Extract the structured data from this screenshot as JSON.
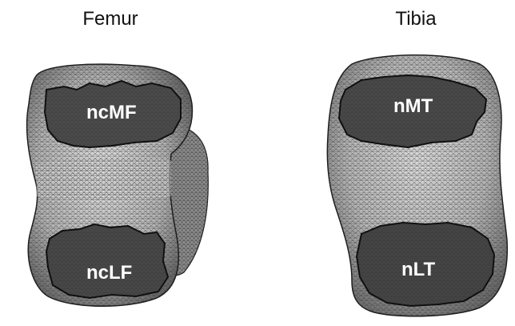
{
  "figure": {
    "panels": [
      {
        "title": "Femur",
        "regions": [
          {
            "label": "ncMF"
          },
          {
            "label": "ncLF"
          }
        ]
      },
      {
        "title": "Tibia",
        "regions": [
          {
            "label": "nMT"
          },
          {
            "label": "nLT"
          }
        ]
      }
    ]
  },
  "colors": {
    "bone_fill": "#bdbdbd",
    "bone_dark": "#6a6a6a",
    "mesh_line": "#333333",
    "region_fill": "#4a4a4a",
    "label_text": "#ffffff"
  }
}
